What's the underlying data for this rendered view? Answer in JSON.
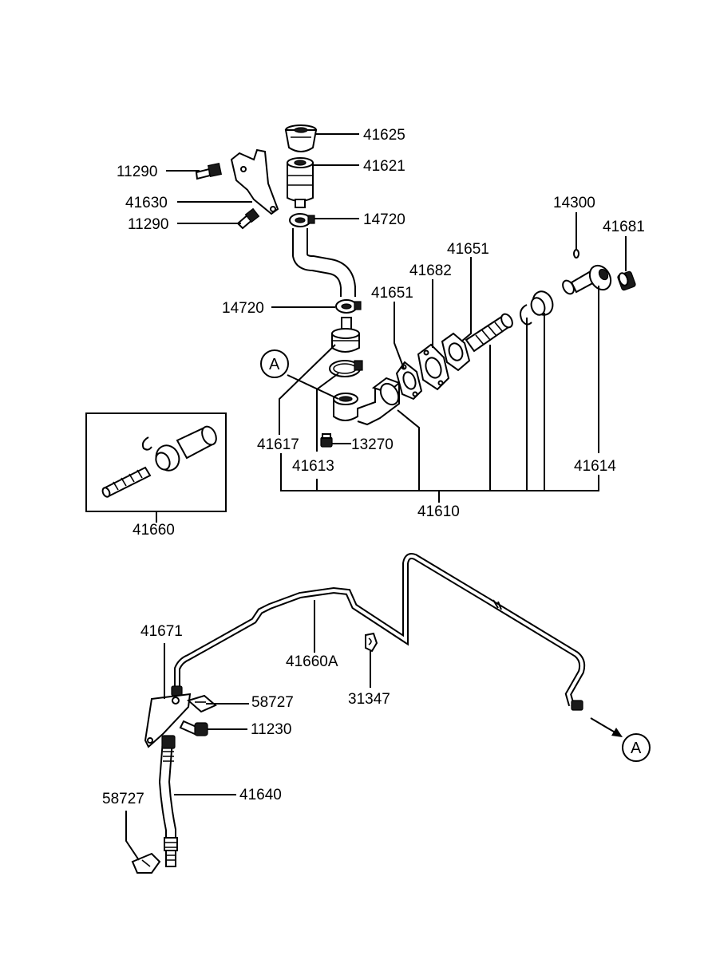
{
  "parts": {
    "p41625": "41625",
    "p41621": "41621",
    "p11290_a": "11290",
    "p41630": "41630",
    "p11290_b": "11290",
    "p14720_a": "14720",
    "p14300": "14300",
    "p41681": "41681",
    "p41651_a": "41651",
    "p41682": "41682",
    "p41651_b": "41651",
    "p14720_b": "14720",
    "p41617": "41617",
    "p13270": "13270",
    "p41613": "41613",
    "p41614": "41614",
    "p41610": "41610",
    "p41660": "41660",
    "p41671": "41671",
    "p41660A": "41660A",
    "p31347": "31347",
    "p58727_a": "58727",
    "p11230": "11230",
    "p41640": "41640",
    "p58727_b": "58727"
  },
  "refs": {
    "ref_a_top": "A",
    "ref_a_bottom": "A"
  }
}
